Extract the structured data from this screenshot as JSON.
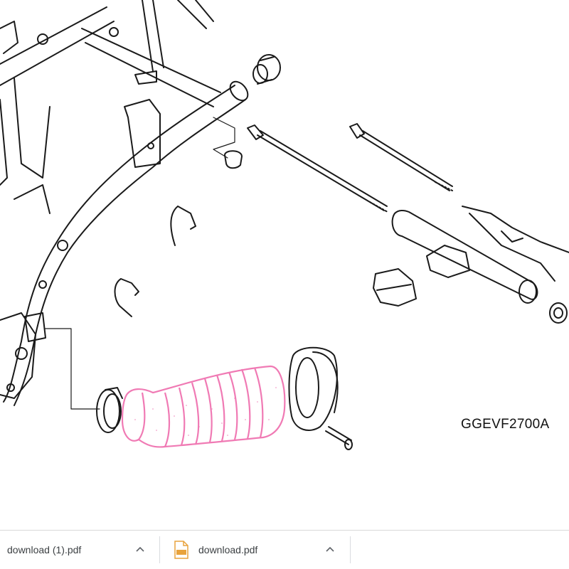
{
  "diagram": {
    "part_code": "GGEVF2700A",
    "highlight_color": "#f07ab4",
    "line_color": "#1a1a1a"
  },
  "downloads": {
    "items": [
      {
        "filename": "download (1).pdf",
        "icon": "none"
      },
      {
        "filename": "download.pdf",
        "icon": "pdf-file-icon"
      }
    ],
    "pdf_icon_color": "#e8a33d"
  }
}
